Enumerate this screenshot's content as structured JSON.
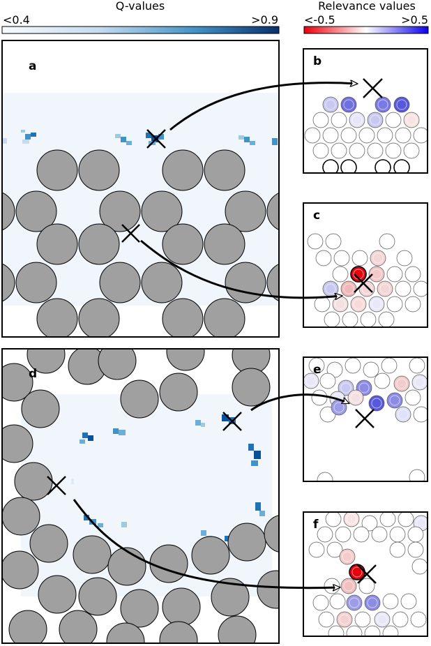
{
  "colorbars": {
    "q": {
      "title": "Q-values",
      "min_label": "<0.4",
      "max_label": ">0.9",
      "low_color": "#f7fbff",
      "high_color": "#08306b"
    },
    "relevance": {
      "title": "Relevance values",
      "min_label": "<-0.5",
      "max_label": ">0.5",
      "neg_color": "#e8000b",
      "mid_color": "#ffffff",
      "pos_color": "#0b00e8"
    }
  },
  "panels": {
    "a": "a",
    "b": "b",
    "c": "c",
    "d": "d",
    "e": "e",
    "f": "f"
  },
  "colors": {
    "molecule_fill": "#a0a0a0",
    "q_background": "#f1f6fc"
  }
}
